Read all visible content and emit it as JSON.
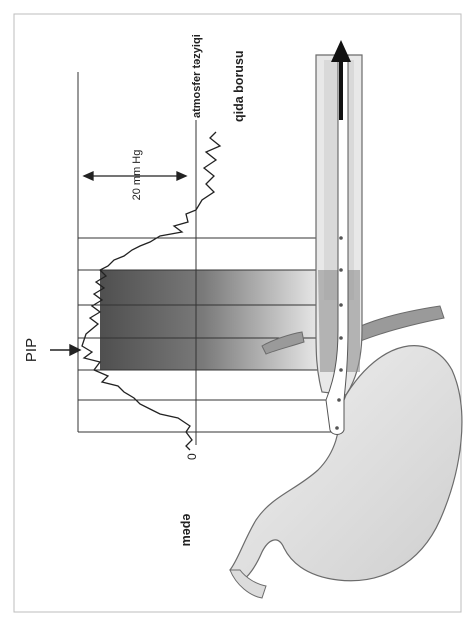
{
  "labels": {
    "pip": "PIP",
    "pressure_scale": "20 mm Hg",
    "atmospheric": "atmosfer təzyiqi",
    "esophagus": "qida borusu",
    "stomach": "mədə",
    "zero": "0"
  },
  "colors": {
    "line": "#222222",
    "grid": "#333333",
    "band_dark": "#5a5a5a",
    "organ_fill": "#e4e4e4",
    "organ_stroke": "#6b6b6b"
  }
}
